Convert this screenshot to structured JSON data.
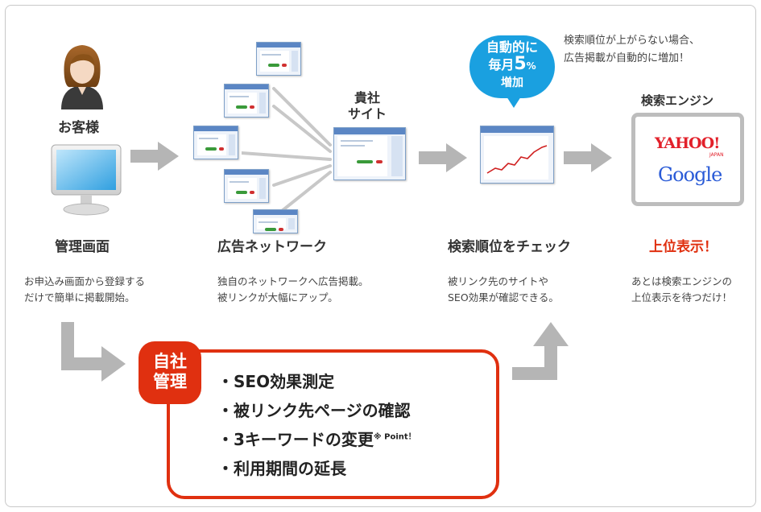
{
  "top_note": {
    "line1": "検索順位が上がらない場合、",
    "line2": "広告掲載が自動的に増加！"
  },
  "bubble": {
    "line1": "自動的に",
    "line2_prefix": "毎月",
    "line2_number": "5",
    "line2_unit": "%",
    "line3": "増加"
  },
  "customer_label": "お客様",
  "site_label": {
    "line1": "貴社",
    "line2": "サイト"
  },
  "search_engine": {
    "label": "検索エンジン",
    "yahoo": "YAHOO!",
    "yahoo_sub": "JAPAN",
    "google": "Google"
  },
  "steps": [
    {
      "title": "管理画面",
      "desc": [
        "お申込み画面から登録する",
        "だけで簡単に掲載開始。"
      ]
    },
    {
      "title": "広告ネットワーク",
      "desc": [
        "独自のネットワークへ広告掲載。",
        "被リンクが大幅にアップ。"
      ]
    },
    {
      "title": "検索順位をチェック",
      "desc": [
        "被リンク先のサイトや",
        "SEO効果が確認できる。"
      ]
    },
    {
      "title": "上位表示！",
      "desc": [
        "あとは検索エンジンの",
        "上位表示を待つだけ！"
      ]
    }
  ],
  "management": {
    "badge": {
      "line1": "自社",
      "line2": "管理"
    },
    "items": [
      "・SEO効果測定",
      "・被リンク先ページの確認",
      "・3キーワードの変更",
      "・利用期間の延長"
    ],
    "point_note": "※ Point！"
  },
  "colors": {
    "accent_red": "#e03010",
    "bubble_blue": "#1aa0e0",
    "arrow_gray": "#b5b5b5"
  }
}
